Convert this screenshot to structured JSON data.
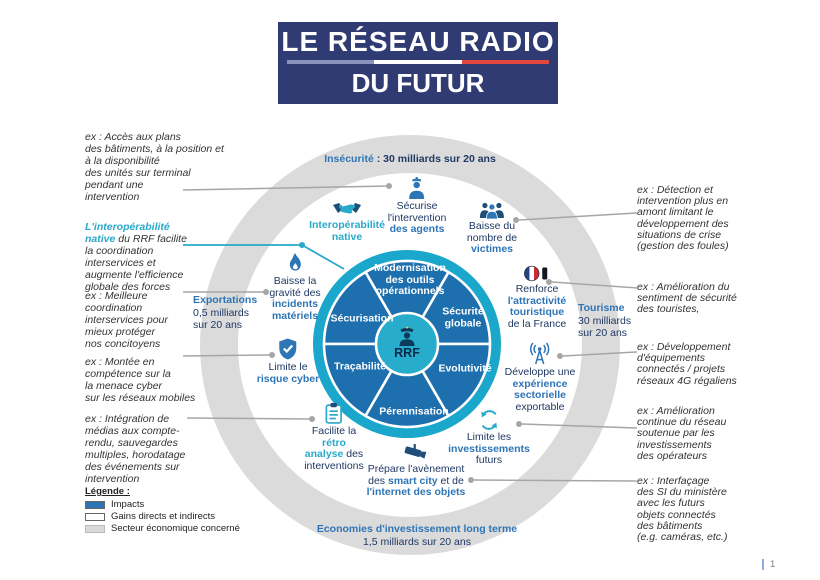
{
  "title": {
    "line1": "LE RÉSEAU RADIO",
    "line2": "DU FUTUR"
  },
  "colors": {
    "banner_bg": "#2F3B72",
    "accent_blue": "#2E75B6",
    "accent_cyan": "#29A9C9",
    "navy_text": "#1F3864",
    "wheel_ring": "#1BA7CB",
    "wheel_segment": "#1E6FAD",
    "sector_gray": "#DBDBDB",
    "flag_blue": "#26418B",
    "flag_red": "#D7282F"
  },
  "wheel": {
    "center": "RRF",
    "segments": {
      "modernisation": [
        "Modernisation",
        "des outils",
        "opérationnels"
      ],
      "securite_globale": [
        "Sécurité",
        "globale"
      ],
      "securisation": "Sécurisation",
      "tracabilite": "Traçabilité",
      "evolutivite": "Evolutivité",
      "perennisation": "Pérennisation"
    }
  },
  "ring": {
    "interop": {
      "l1": "Interopérabilité",
      "l2": "native"
    },
    "agents": {
      "l1": "Sécurise",
      "l2": "l'intervention",
      "l3": "des agents"
    },
    "victims": {
      "l1": "Baisse du",
      "l2": "nombre de",
      "l3": "victimes"
    },
    "flame": {
      "l1": "Baisse la",
      "l2": "gravité des",
      "l3": "incidents",
      "l4": "matériels"
    },
    "flag": {
      "l1": "Renforce",
      "l2": "l'attractivité",
      "l3": "touristique",
      "l4": "de la France"
    },
    "shield": {
      "l1": "Limite le",
      "l2": "risque cyber"
    },
    "antenna": {
      "l1": "Développe une",
      "l2": "expérience",
      "l3": "sectorielle",
      "l4": "exportable"
    },
    "clipboard": {
      "l1": "Facilite la",
      "l2": "rétro",
      "l3a": "analyse",
      "l3b": " des",
      "l4": "interventions"
    },
    "recycle": {
      "l1": "Limite les",
      "l2": "investissements",
      "l3": "futurs"
    },
    "camera": {
      "l1": "Prépare l'avènement",
      "l2a": "des ",
      "l2b": "smart city",
      "l2c": " et de",
      "l3": "l'internet des objets"
    }
  },
  "stats": {
    "insecurite": {
      "label": "Insécurité",
      "value": " : 30 milliards sur 20 ans"
    },
    "exportations": {
      "label": "Exportations",
      "line2": "0,5 milliards",
      "line3": "sur 20 ans"
    },
    "tourisme": {
      "label": "Tourisme",
      "line2": "30 milliards",
      "line3": "sur 20 ans"
    },
    "economies": {
      "label": "Economies d'investissement long terme",
      "line2": "1,5 milliards sur 20 ans"
    }
  },
  "left_column": {
    "block1": {
      "lines": [
        "ex :  Accès aux plans",
        "des bâtiments, à la position et",
        "à la disponibilité",
        "des unités sur terminal",
        "pendant une",
        "intervention"
      ]
    },
    "block1b": {
      "accent_line": "L'interopérabilité",
      "accent2": "native",
      "rest2": " du RRF facilite",
      "lines": [
        "la coordination",
        "interservices et",
        "augmente l'efficience",
        "globale des forces"
      ]
    },
    "block2": {
      "lines": [
        "ex : Meilleure",
        "coordination",
        "interservices pour",
        "mieux protéger",
        "nos concitoyens"
      ]
    },
    "block3": {
      "lines": [
        "ex : Montée en",
        "compétence sur la",
        "la menace cyber",
        "sur les réseaux mobiles"
      ]
    },
    "block4": {
      "lines": [
        "ex : Intégration de",
        "médias aux compte-",
        "rendu, sauvegardes",
        "multiples, horodatage",
        "des événements sur",
        "intervention"
      ]
    }
  },
  "legend": {
    "title": "Légende :",
    "items": [
      {
        "label": "Impacts",
        "swatch": "#2E74B5"
      },
      {
        "label": "Gains directs et indirects",
        "swatch": "#FFFFFF"
      },
      {
        "label": "Secteur économique concerné",
        "swatch": "#D9D9D9"
      }
    ]
  },
  "right_column": {
    "block1": {
      "lines": [
        "ex : Détection et",
        "intervention plus en",
        "amont limitant le",
        "développement des",
        "situations de crise",
        "(gestion des foules)"
      ]
    },
    "block2": {
      "lines": [
        "ex : Amélioration du",
        "sentiment de sécurité",
        "des touristes,"
      ]
    },
    "block3": {
      "lines": [
        "ex : Développement",
        "d'équipements",
        "connectés / projets",
        "réseaux 4G régaliens"
      ]
    },
    "block4": {
      "lines": [
        "ex : Amélioration",
        "continue du réseau",
        "soutenue par les",
        "investissements",
        "des opérateurs"
      ]
    },
    "block5": {
      "lines": [
        "ex : Interfaçage",
        "des SI du ministère",
        "avec les futurs",
        "objets connectés",
        "des bâtiments",
        "(e.g. caméras, etc.)"
      ]
    }
  },
  "footer": {
    "page": "1"
  }
}
